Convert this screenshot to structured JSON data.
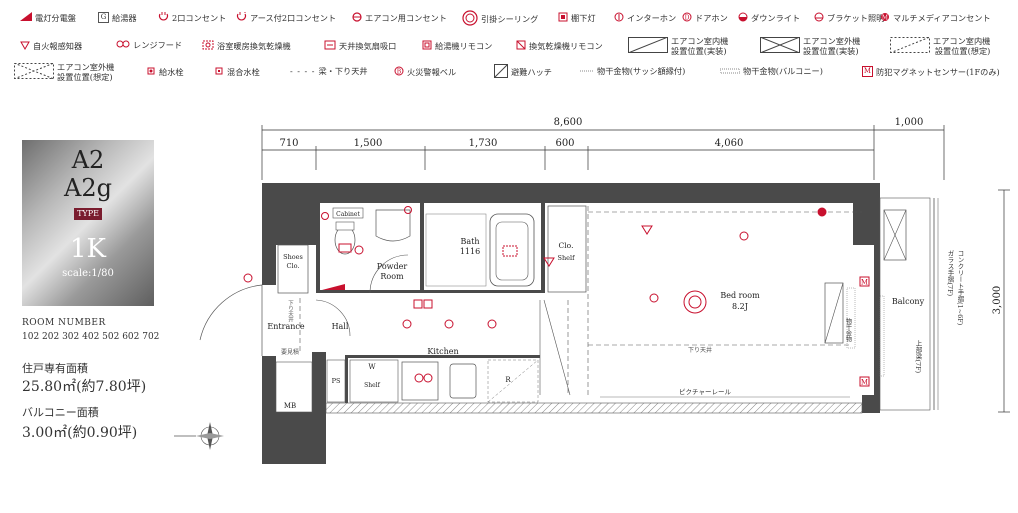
{
  "legend": [
    {
      "label": "電灯分電盤",
      "icon": "panel-icon"
    },
    {
      "label": "給湯器",
      "icon": "water-heater-icon",
      "glyph": "G"
    },
    {
      "label": "2口コンセント",
      "icon": "outlet-icon"
    },
    {
      "label": "アース付2口コンセント",
      "icon": "earth-outlet-icon"
    },
    {
      "label": "エアコン用コンセント",
      "icon": "ac-outlet-icon"
    },
    {
      "label": "引掛シーリング",
      "icon": "ceiling-hook-icon"
    },
    {
      "label": "棚下灯",
      "icon": "shelf-light-icon"
    },
    {
      "label": "インターホン",
      "icon": "intercom-icon"
    },
    {
      "label": "ドアホン",
      "icon": "doorphone-icon"
    },
    {
      "label": "ダウンライト",
      "icon": "downlight-icon"
    },
    {
      "label": "ブラケット照明",
      "icon": "bracket-light-icon"
    },
    {
      "label": "マルチメディアコンセント",
      "icon": "multimedia-outlet-icon"
    },
    {
      "label": "自火報感知器",
      "icon": "fire-detector-icon"
    },
    {
      "label": "レンジフード",
      "icon": "range-hood-icon"
    },
    {
      "label": "浴室暖房換気乾燥機",
      "icon": "bath-dryer-icon"
    },
    {
      "label": "天井換気扇吸口",
      "icon": "ceiling-fan-icon"
    },
    {
      "label": "給湯機リモコン",
      "icon": "heater-remote-icon"
    },
    {
      "label": "換気乾燥機リモコン",
      "icon": "dryer-remote-icon"
    },
    {
      "label": "エアコン室内機",
      "label2": "設置位置(実装)",
      "icon": "ac-indoor-installed-icon"
    },
    {
      "label": "エアコン室外機",
      "label2": "設置位置(実装)",
      "icon": "ac-outdoor-installed-icon"
    },
    {
      "label": "エアコン室内機",
      "label2": "設置位置(想定)",
      "icon": "ac-indoor-planned-icon"
    },
    {
      "label": "エアコン室外機",
      "label2": "設置位置(想定)",
      "icon": "ac-outdoor-planned-icon"
    },
    {
      "label": "給水栓",
      "icon": "water-tap-icon"
    },
    {
      "label": "混合水栓",
      "icon": "mixing-tap-icon"
    },
    {
      "label": "梁・下り天井",
      "icon": "beam-line-icon",
      "glyph": "- - - -"
    },
    {
      "label": "火災警報ベル",
      "icon": "fire-bell-icon"
    },
    {
      "label": "避難ハッチ",
      "icon": "escape-hatch-icon"
    },
    {
      "label": "物干金物(サッシ額縁付)",
      "icon": "sash-hanger-icon"
    },
    {
      "label": "物干金物(バルコニー)",
      "icon": "balcony-hanger-icon"
    },
    {
      "label": "防犯マグネットセンサー(1Fのみ)",
      "icon": "magnet-sensor-icon",
      "glyph": "M"
    }
  ],
  "unit": {
    "type1": "A2",
    "type2": "A2g",
    "type_label": "TYPE",
    "layout": "1K",
    "scale": "scale:1/80",
    "room_number_title": "ROOM NUMBER",
    "room_numbers": "102 202 302 402 502 602 702",
    "floor_area_title": "住戸専有面積",
    "floor_area": "25.80㎡(約7.80坪)",
    "balcony_area_title": "バルコニー面積",
    "balcony_area": "3.00㎡(約0.90坪)"
  },
  "dimensions": {
    "total": "8,600",
    "right": "1,000",
    "segments": [
      "710",
      "1,500",
      "1,730",
      "600",
      "4,060"
    ],
    "height": "3,000"
  },
  "rooms": {
    "bedroom": "Bed room",
    "bedroom_size": "8.2J",
    "bath": "Bath",
    "bath_size": "1116",
    "powder": "Powder",
    "powder2": "Room",
    "clo": "Clo.",
    "shelf": "Shelf",
    "shoes": "Shoes",
    "shoes_clo": "Clo.",
    "entrance": "Entrance",
    "hall": "Hall",
    "kitchen": "Kitchen",
    "ps": "PS",
    "mb": "MB",
    "w": "W",
    "r": "R",
    "wshelf": "Shelf",
    "balcony": "Balcony",
    "cabinet": "Cabinet"
  },
  "notes": {
    "drop_ceiling": "下り天井",
    "drop_ceiling_small": "下り天井",
    "entry_step": "要見積",
    "picture_rail": "ピクチャーレール",
    "hanger": "物干金物",
    "glass_rail": "ガラス手摺(7F)",
    "concrete_rail": "コンクリート手摺(1~6F)",
    "upper_beam": "上部梁(7F)"
  },
  "colors": {
    "red": "#c8102e",
    "wall": "#4a4a4a",
    "hatch": "#888888"
  }
}
